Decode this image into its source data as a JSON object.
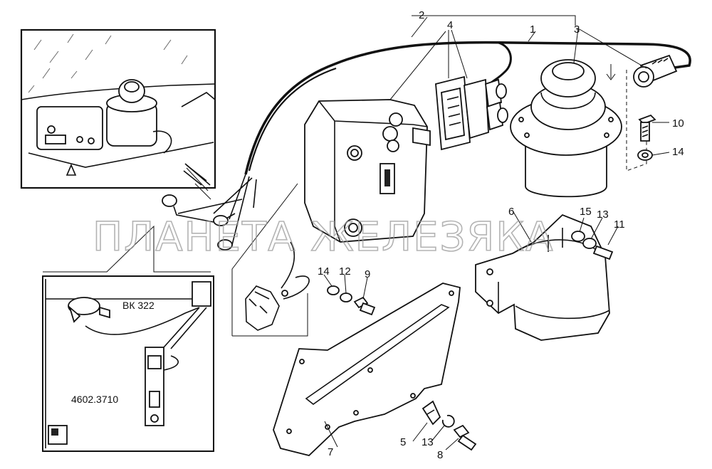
{
  "watermark": "ПЛАНЕТА ЖЕЛЕЗЯКА",
  "callouts": {
    "c1": "1",
    "c2": "2",
    "c3": "3",
    "c4": "4",
    "c5": "5",
    "c6": "6",
    "c7": "7",
    "c8": "8",
    "c9": "9",
    "c10": "10",
    "c11": "11",
    "c12": "12",
    "c13a": "13",
    "c13b": "13",
    "c14a": "14",
    "c14b": "14",
    "c15": "15"
  },
  "inset_labels": {
    "vk": "ВК 322",
    "relay": "4602.3710"
  }
}
